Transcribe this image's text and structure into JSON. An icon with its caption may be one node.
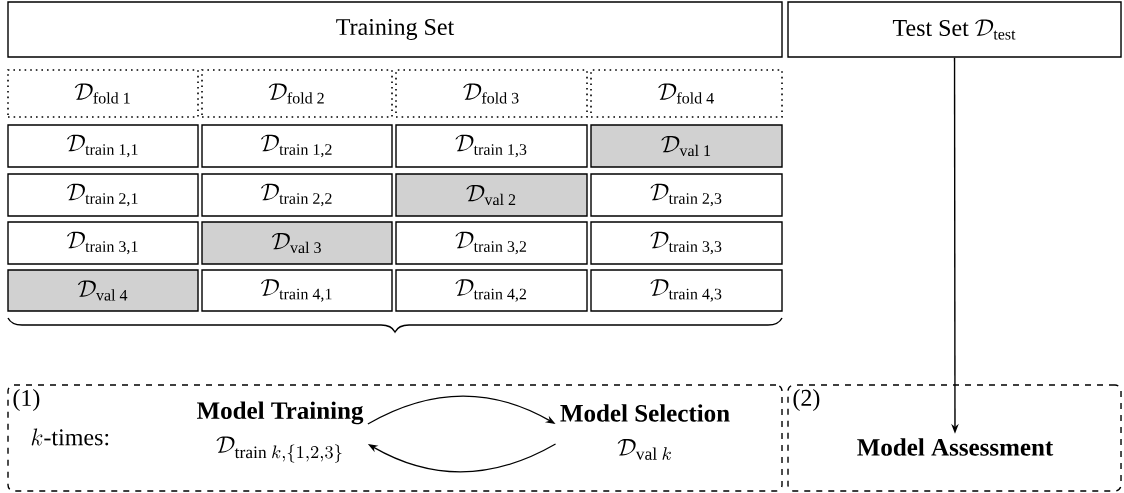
{
  "diagram": {
    "nodes": [
      {
        "text": [
          "Training Set"
        ]
      },
      {
        "text": [
          "Test Set",
          "\\mathcal{D}_{\\text{test}}"
        ]
      },
      {
        "text": [
          "\\mathcal{D}_{\\text{fold 1}}"
        ]
      },
      {
        "text": [
          "\\mathcal{D}_{\\text{fold 2}}"
        ]
      },
      {
        "text": [
          "\\mathcal{D}_{\\text{fold 3}}"
        ]
      },
      {
        "text": [
          "\\mathcal{D}_{\\text{fold 4}}"
        ]
      },
      {
        "text": [
          "\\mathcal{D}_{\\text{train 1,1}}"
        ]
      },
      {
        "text": [
          "\\mathcal{D}_{\\text{train 1,2}}"
        ]
      },
      {
        "text": [
          "\\mathcal{D}_{\\text{train 1,3}}"
        ]
      },
      {
        "text": [
          "\\mathcal{D}_{\\text{val 1}}"
        ]
      },
      {
        "text": [
          "\\mathcal{D}_{\\text{train 2,1}}"
        ]
      },
      {
        "text": [
          "\\mathcal{D}_{\\text{train 2,2}}"
        ]
      },
      {
        "text": [
          "\\mathcal{D}_{\\text{val 2}}"
        ]
      },
      {
        "text": [
          "\\mathcal{D}_{\\text{train 2,3}}"
        ]
      },
      {
        "text": [
          "\\mathcal{D}_{\\text{train 3,1}}"
        ]
      },
      {
        "text": [
          "\\mathcal{D}_{\\text{val 3}}"
        ]
      },
      {
        "text": [
          "\\mathcal{D}_{\\text{train 3,2}}"
        ]
      },
      {
        "text": [
          "\\mathcal{D}_{\\text{train 3,3}}"
        ]
      },
      {
        "text": [
          "\\mathcal{D}_{\\text{val 4}}"
        ]
      },
      {
        "text": [
          "\\mathcal{D}_{\\text{train 4,1}}"
        ]
      },
      {
        "text": [
          "\\mathcal{D}_{\\text{train 4,2}}"
        ]
      },
      {
        "text": [
          "\\mathcal{D}_{\\text{train 4,3}}"
        ]
      },
      {
        "text": [
          "(1)",
          "k\\text{-times:}"
        ]
      },
      {
        "text": [
          "Model Training",
          "\\mathcal{D}_{\\text{train }k,\\{1,2,3\\}}"
        ],
        "in": 22
      },
      {
        "text": [
          "Model Selection",
          "\\mathcal{D}_{\\text{val }k}"
        ],
        "in": 22
      },
      {
        "text": [
          "(2)"
        ]
      },
      {
        "text": [
          "Model Assessment"
        ],
        "in": 25
      }
    ],
    "edges": [
      {
        "from": 1,
        "to": 26,
        "arrow": "to"
      },
      {
        "from": 23,
        "to": 24,
        "arrow": "to"
      },
      {
        "from": 24,
        "to": 23,
        "arrow": "to"
      }
    ]
  }
}
